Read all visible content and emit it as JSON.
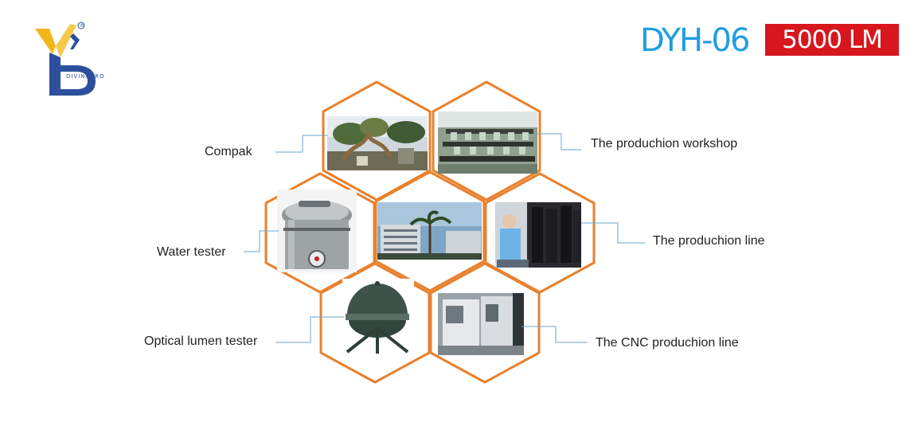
{
  "brand": {
    "logo_text": "DIVINGPRO",
    "registered_mark": "®",
    "colors": {
      "blue": "#2d4f9c",
      "yellow": "#f2b51c"
    }
  },
  "header": {
    "model": "DYH-06",
    "lumens": "5000 LM",
    "colors": {
      "model": "#1f9ee0",
      "badge": "#d8161e"
    }
  },
  "diagram": {
    "hex_color": "#e8812e",
    "connector_color": "#6aa6cf",
    "cells": [
      {
        "id": "compak",
        "label": "Compak",
        "photo": "tree-garden-photo"
      },
      {
        "id": "workshop",
        "label": "The produchion workshop",
        "photo": "workshop-photo"
      },
      {
        "id": "water",
        "label": "Water tester",
        "photo": "water-tester-photo"
      },
      {
        "id": "building",
        "label": "",
        "photo": "factory-building-photo"
      },
      {
        "id": "line",
        "label": "The produchion line",
        "photo": "production-line-photo"
      },
      {
        "id": "optical",
        "label": "Optical lumen tester",
        "photo": "integrating-sphere-photo"
      },
      {
        "id": "cnc",
        "label": "The CNC produchion line",
        "photo": "cnc-machines-photo"
      }
    ]
  }
}
